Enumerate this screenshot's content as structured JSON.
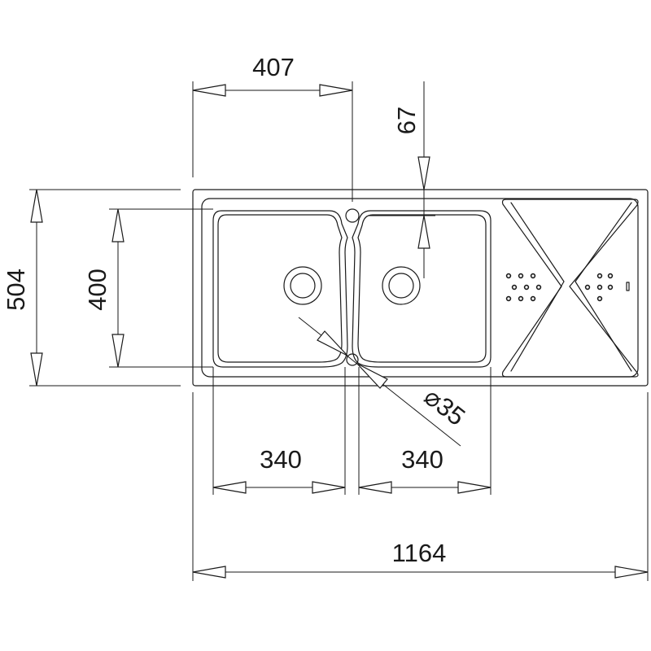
{
  "dimensions": {
    "top_width": "407",
    "tap_offset": "67",
    "overall_depth": "504",
    "bowl_depth": "400",
    "bowl_left_width": "340",
    "bowl_right_width": "340",
    "overall_width": "1164",
    "hole_diameter": "⌀35"
  },
  "colors": {
    "line": "#1a1a1a",
    "background": "#ffffff"
  }
}
